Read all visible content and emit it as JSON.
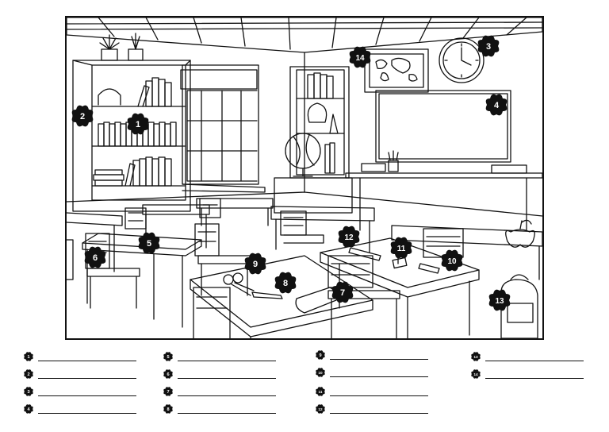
{
  "worksheet": {
    "markers": [
      "1",
      "2",
      "3",
      "4",
      "5",
      "6",
      "7",
      "8",
      "9",
      "10",
      "11",
      "12",
      "13",
      "14"
    ],
    "answer_lines": [
      {
        "number": "1"
      },
      {
        "number": "2"
      },
      {
        "number": "3"
      },
      {
        "number": "4"
      },
      {
        "number": "5"
      },
      {
        "number": "6"
      },
      {
        "number": "7"
      },
      {
        "number": "8"
      },
      {
        "number": "9"
      },
      {
        "number": "10"
      },
      {
        "number": "11"
      },
      {
        "number": "12"
      },
      {
        "number": "13"
      },
      {
        "number": "14"
      }
    ]
  },
  "colors": {
    "ink": "#111111",
    "paper": "#ffffff",
    "marker_fill": "#111111",
    "marker_text": "#ffffff"
  }
}
